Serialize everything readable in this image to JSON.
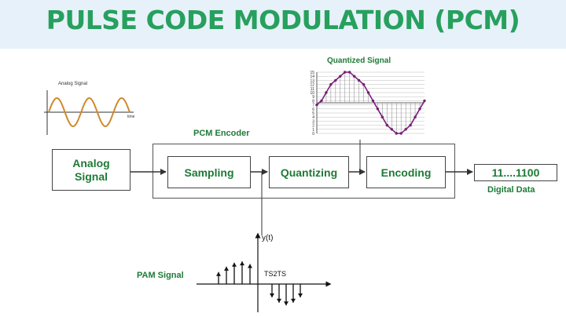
{
  "title": "PULSE CODE MODULATION (PCM)",
  "analog_plot": {
    "title": "Analog Signal",
    "axis_label": "time"
  },
  "quantized_plot": {
    "title": "Quantized Signal",
    "levels": [
      "15",
      "14",
      "13",
      "12",
      "11",
      "10",
      "9",
      "8",
      "7",
      "6",
      "5",
      "4",
      "3",
      "2",
      "1",
      "0"
    ],
    "samples": [
      7,
      8,
      10,
      12,
      13,
      14,
      15,
      15,
      14,
      13,
      12,
      10,
      8,
      6,
      4,
      2,
      1,
      0,
      0,
      1,
      2,
      4,
      6,
      8
    ]
  },
  "encoder_label": "PCM Encoder",
  "blocks": {
    "analog_signal": "Analog Signal",
    "sampling": "Sampling",
    "quantizing": "Quantizing",
    "encoding": "Encoding",
    "output": "11....1100"
  },
  "digital_data_label": "Digital Data",
  "pam": {
    "label": "PAM Signal",
    "y_label": "y(t)",
    "tick_label": "TS2TS",
    "pulses": [
      0.45,
      0.65,
      0.8,
      0.85,
      0.75,
      -0.5,
      -0.7,
      -0.8,
      -0.7,
      -0.5
    ]
  },
  "colors": {
    "title_green": "#27a05e",
    "label_green": "#1e7a36",
    "analog_wave": "#d08a2a",
    "quantized_wave": "#7a1e78",
    "banner": "#e7f1f9"
  }
}
